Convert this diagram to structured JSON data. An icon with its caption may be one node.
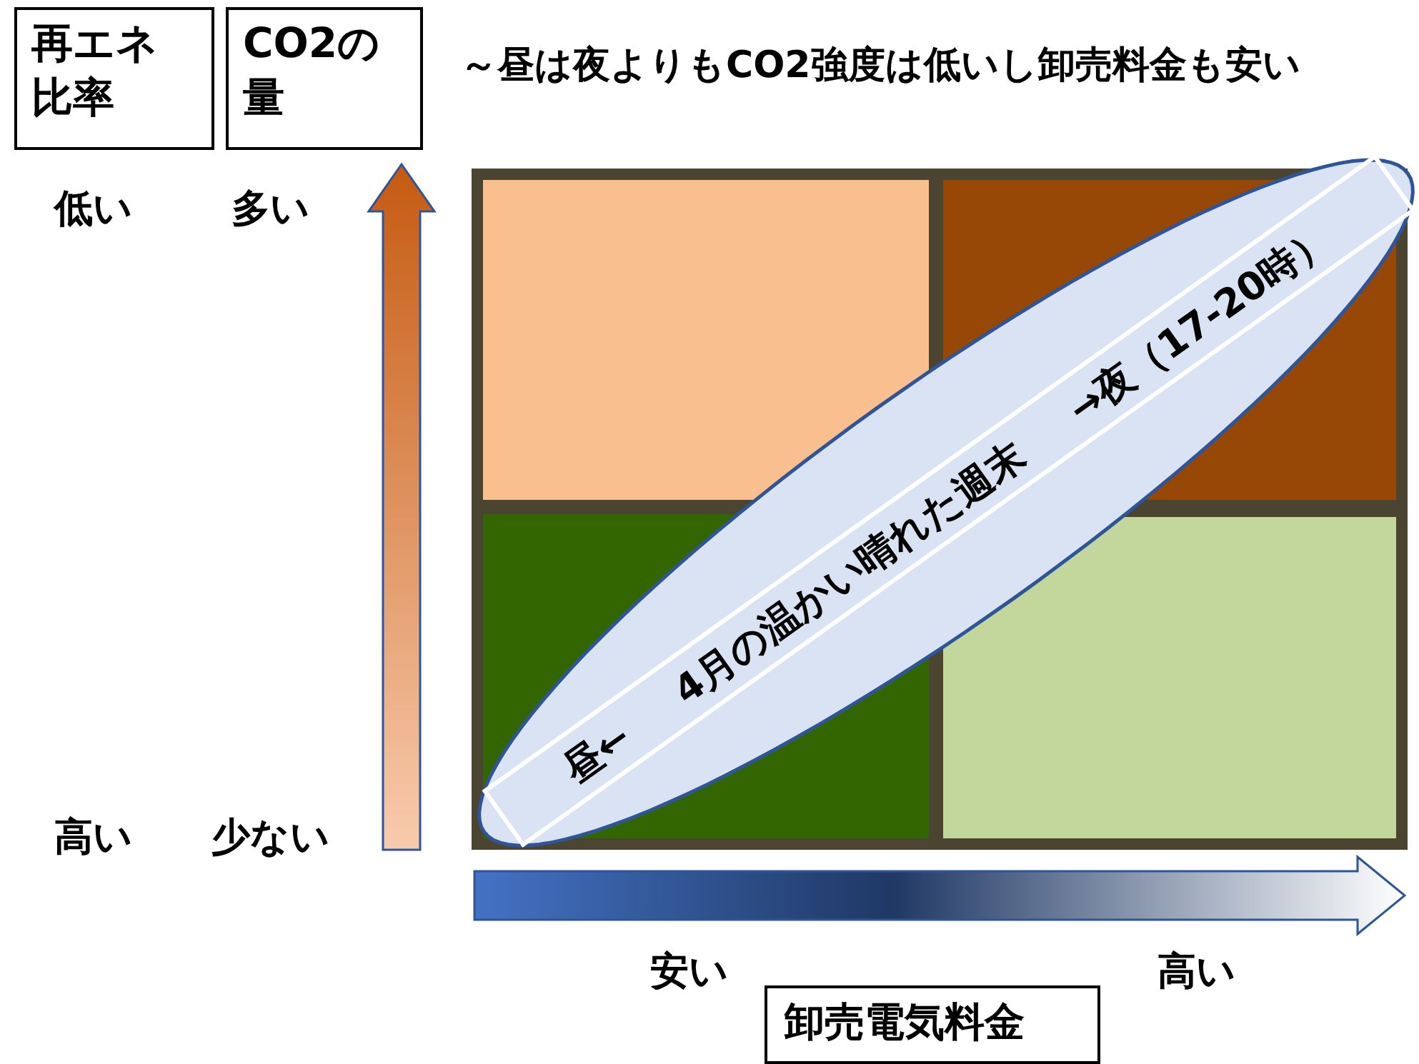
{
  "diagram": {
    "title": "～昼は夜よりもCO2強度は低いし卸売料金も安い",
    "nodes": [
      {
        "text": [
          "再エネ比率"
        ]
      },
      {
        "text": [
          "CO2の量"
        ]
      },
      {
        "text": [
          "昼← 4月の温かい晴れた週末 →夜（17-20時）"
        ]
      },
      {
        "text": [
          "卸売電気料金"
        ]
      }
    ],
    "labels": [
      "低い",
      "多い",
      "高い",
      "少ない",
      "安い",
      "高い"
    ]
  }
}
